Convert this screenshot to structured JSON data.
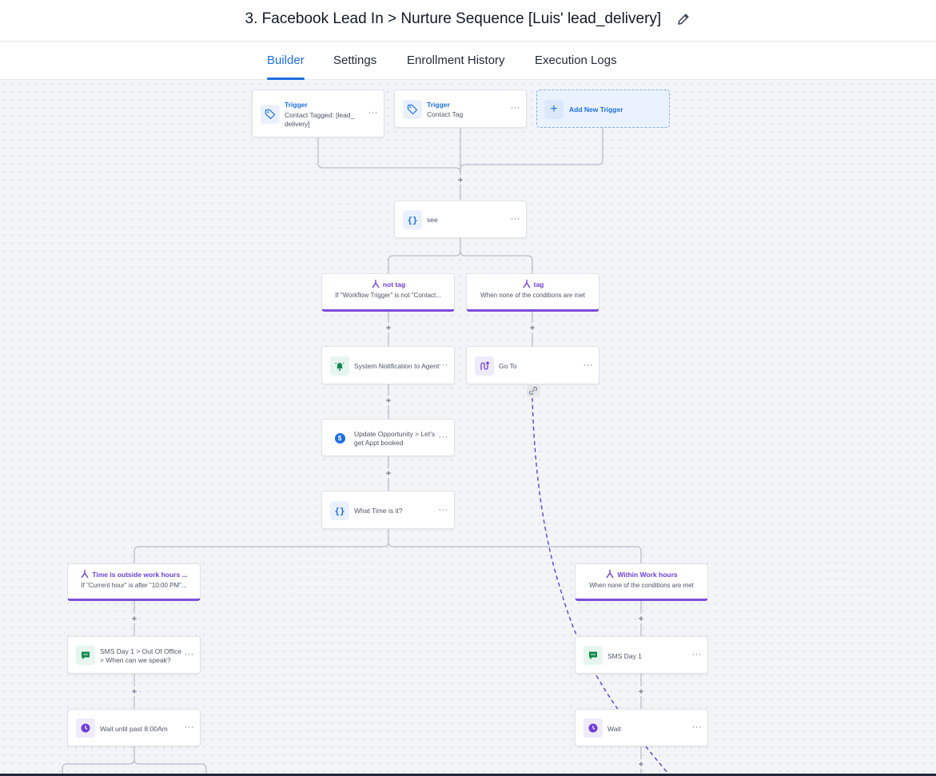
{
  "header": {
    "title": "3. Facebook Lead In > Nurture Sequence [Luis' lead_delivery]"
  },
  "tabs": [
    {
      "label": "Builder",
      "active": true
    },
    {
      "label": "Settings"
    },
    {
      "label": "Enrollment History"
    },
    {
      "label": "Execution Logs"
    }
  ],
  "triggers": [
    {
      "title": "Trigger",
      "subtitle": "Contact Tagged: [lead_ delivery]",
      "icon": "tag-icon"
    },
    {
      "title": "Trigger",
      "subtitle": "Contact Tag",
      "icon": "tag-icon"
    }
  ],
  "add_trigger": {
    "label": "Add New Trigger",
    "icon": "plus-icon"
  },
  "menu_glyph": "···",
  "plus_glyph": "+",
  "nodes": {
    "see": {
      "label": "see",
      "icon": "code-braces-icon"
    },
    "system_notification": {
      "label": "System Notification to Agent",
      "icon": "bell-icon"
    },
    "goto": {
      "label": "Go To",
      "icon": "goto-icon"
    },
    "update_opportunity": {
      "label": "Update Opportunity > Let's get Appt booked",
      "icon": "dollar-icon"
    },
    "what_time": {
      "label": "What Time is it?",
      "icon": "code-braces-icon"
    },
    "sms_out_of_office": {
      "label": "SMS Day 1 > Out Of Office > When can we speak?",
      "icon": "chat-icon"
    },
    "sms_day1": {
      "label": "SMS Day 1",
      "icon": "chat-icon"
    },
    "wait_until": {
      "label": "Wait until past 8:00Am",
      "icon": "clock-icon"
    },
    "wait": {
      "label": "Wait",
      "icon": "clock-icon"
    }
  },
  "branches": {
    "not_tag": {
      "title": "not tag",
      "condition": "If \"Workflow Trigger\" is not \"Contact..."
    },
    "tag": {
      "title": "tag",
      "condition": "When none of the conditions are met"
    },
    "outside_hours": {
      "title": "Time is outside work hours ...",
      "condition": "If \"Current hour\" is after \"10:00 PM\"..."
    },
    "within_hours": {
      "title": "Within Work hours",
      "condition": "When none of the conditions are met"
    }
  },
  "colors": {
    "accent_blue": "#1d6fe0",
    "branch_purple": "#7c4ddb",
    "goto_dashed": "#5b3fd8",
    "sms_green": "#0f8a4d"
  }
}
